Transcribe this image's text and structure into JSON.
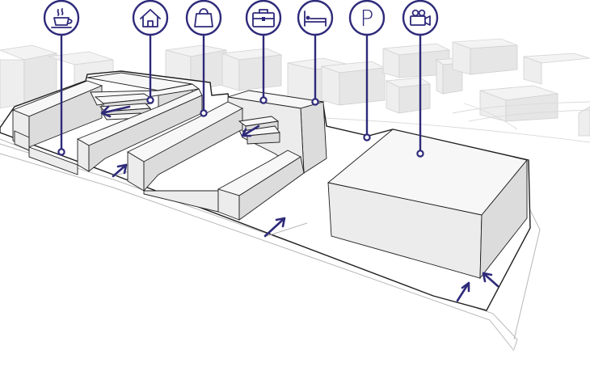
{
  "icons": [
    {
      "name": "cafe",
      "glyph": "coffee-cup-icon"
    },
    {
      "name": "housing",
      "glyph": "house-icon"
    },
    {
      "name": "retail",
      "glyph": "shopping-bag-icon"
    },
    {
      "name": "office",
      "glyph": "briefcase-icon"
    },
    {
      "name": "hotel",
      "glyph": "bed-icon"
    },
    {
      "name": "parking",
      "glyph": "parking-icon",
      "text": "P"
    },
    {
      "name": "cinema",
      "glyph": "movie-camera-icon"
    }
  ],
  "colors": {
    "accent": "#2e2a7a",
    "outline": "#1e1e1e",
    "background": "#ffffff"
  }
}
